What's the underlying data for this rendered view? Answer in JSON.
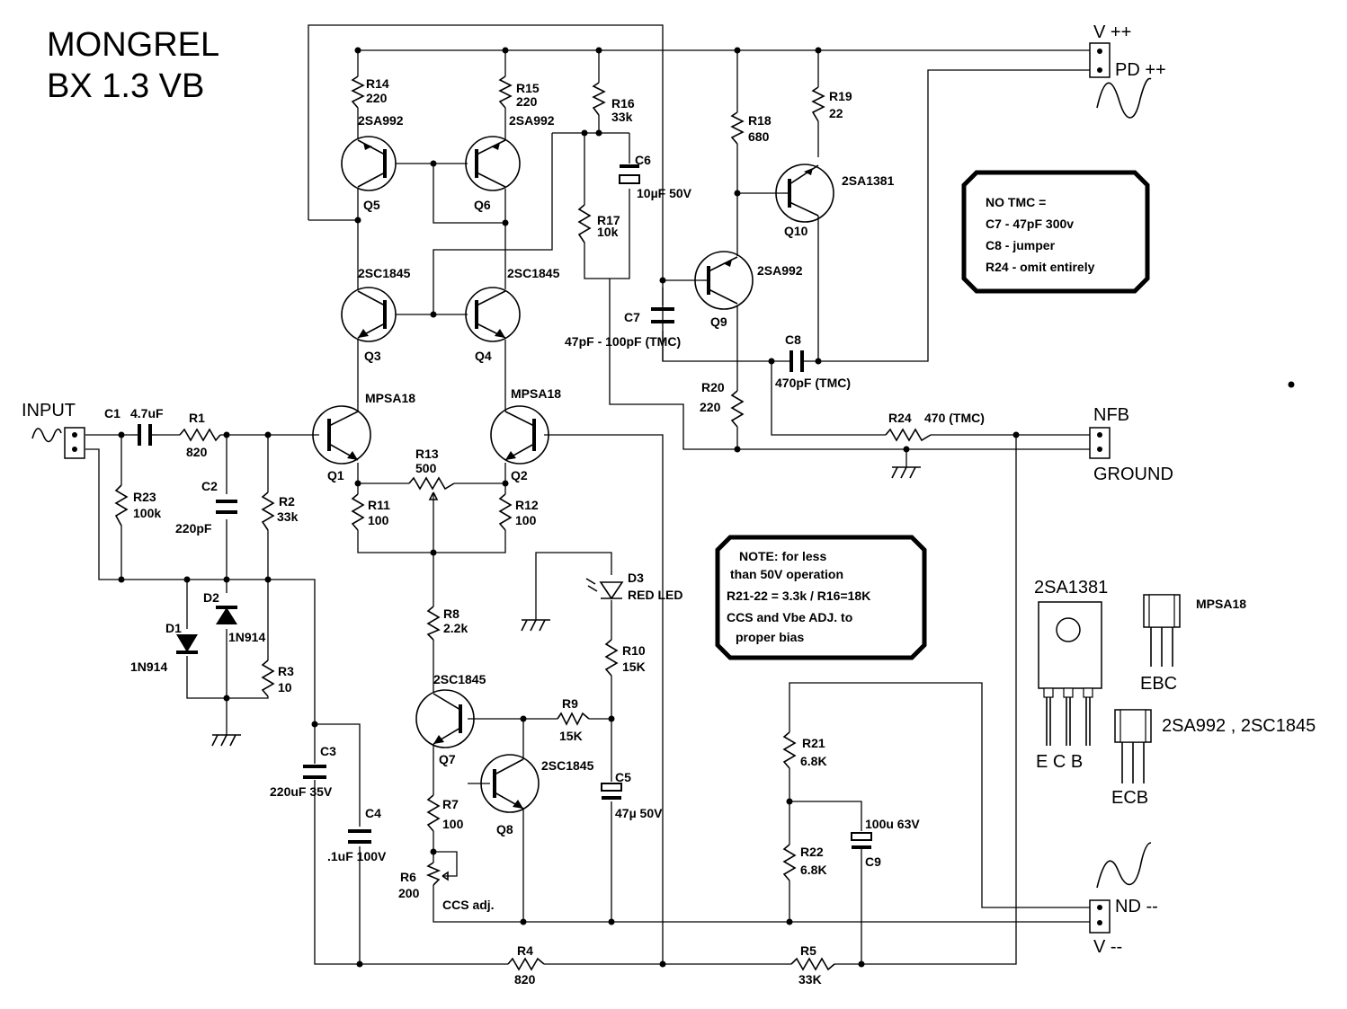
{
  "title": {
    "line1": "MONGREL",
    "line2": "BX 1.3 VB"
  },
  "connectors": {
    "vpp": "V ++",
    "pd": "PD  ++",
    "input": "INPUT",
    "nfb": "NFB",
    "ground": "GROUND",
    "nd": "ND --",
    "vmm": "V --"
  },
  "resistors": {
    "R14": {
      "ref": "R14",
      "value": "220"
    },
    "R15": {
      "ref": "R15",
      "value": "220"
    },
    "R16": {
      "ref": "R16",
      "value": "33k"
    },
    "R17": {
      "ref": "R17",
      "value": "10k"
    },
    "R18": {
      "ref": "R18",
      "value": "680"
    },
    "R19": {
      "ref": "R19",
      "value": "22"
    },
    "R20": {
      "ref": "R20",
      "value": "220"
    },
    "R24": {
      "ref": "R24",
      "value": "470 (TMC)"
    },
    "R1": {
      "ref": "R1",
      "value": "820"
    },
    "R2": {
      "ref": "R2",
      "value": "33k"
    },
    "R23": {
      "ref": "R23",
      "value": "100k"
    },
    "R13": {
      "ref": "R13",
      "value": "500"
    },
    "R11": {
      "ref": "R11",
      "value": "100"
    },
    "R12": {
      "ref": "R12",
      "value": "100"
    },
    "R3": {
      "ref": "R3",
      "value": "10"
    },
    "R8": {
      "ref": "R8",
      "value": "2.2k"
    },
    "R10": {
      "ref": "R10",
      "value": "15K"
    },
    "R9": {
      "ref": "R9",
      "value": "15K"
    },
    "R7": {
      "ref": "R7",
      "value": "100"
    },
    "R6": {
      "ref": "R6",
      "value": "200"
    },
    "R21": {
      "ref": "R21",
      "value": "6.8K"
    },
    "R22": {
      "ref": "R22",
      "value": "6.8K"
    },
    "R4": {
      "ref": "R4",
      "value": "820"
    },
    "R5": {
      "ref": "R5",
      "value": "33K"
    }
  },
  "capacitors": {
    "C6": {
      "ref": "C6",
      "value": "10µF 50V"
    },
    "C7": {
      "ref": "C7",
      "value": "47pF - 100pF (TMC)"
    },
    "C8": {
      "ref": "C8",
      "value": "470pF (TMC)"
    },
    "C1": {
      "ref": "C1",
      "value": "4.7uF"
    },
    "C2": {
      "ref": "C2",
      "value": "220pF"
    },
    "C3": {
      "ref": "C3",
      "value": "220uF 35V"
    },
    "C4": {
      "ref": "C4",
      "value": ".1uF 100V"
    },
    "C5": {
      "ref": "C5",
      "value": "47µ 50V"
    },
    "C9": {
      "ref": "C9",
      "value": "100u 63V"
    }
  },
  "transistors": {
    "Q1": {
      "ref": "Q1",
      "part": "MPSA18"
    },
    "Q2": {
      "ref": "Q2",
      "part": "MPSA18"
    },
    "Q3": {
      "ref": "Q3",
      "part": "2SC1845"
    },
    "Q4": {
      "ref": "Q4",
      "part": "2SC1845"
    },
    "Q5": {
      "ref": "Q5",
      "part": "2SA992"
    },
    "Q6": {
      "ref": "Q6",
      "part": "2SA992"
    },
    "Q7": {
      "ref": "Q7",
      "part": "2SC1845"
    },
    "Q8": {
      "ref": "Q8",
      "part": "2SC1845"
    },
    "Q9": {
      "ref": "Q9",
      "part": "2SA992"
    },
    "Q10": {
      "ref": "Q10",
      "part": "2SA1381"
    }
  },
  "diodes": {
    "D1": {
      "ref": "D1",
      "part": "1N914"
    },
    "D2": {
      "ref": "D2",
      "part": "1N914"
    },
    "D3": {
      "ref": "D3",
      "part": "RED LED"
    }
  },
  "ccs_label": "CCS adj.",
  "note_tmc": {
    "lines": [
      "NO TMC =",
      "C7 - 47pF 300v",
      "C8 - jumper",
      "R24 - omit entirely"
    ]
  },
  "note_voltage": {
    "lines": [
      "NOTE: for less",
      "than 50V operation",
      "R21-22 = 3.3k /  R16=18K",
      "CCS and Vbe ADJ. to",
      "proper bias"
    ]
  },
  "pinouts": {
    "to126": {
      "part": "2SA1381",
      "pins": "E C B"
    },
    "to92_a": {
      "part": "MPSA18",
      "pins": "EBC"
    },
    "to92_b": {
      "part": "2SA992 , 2SC1845",
      "pins": "ECB"
    }
  }
}
